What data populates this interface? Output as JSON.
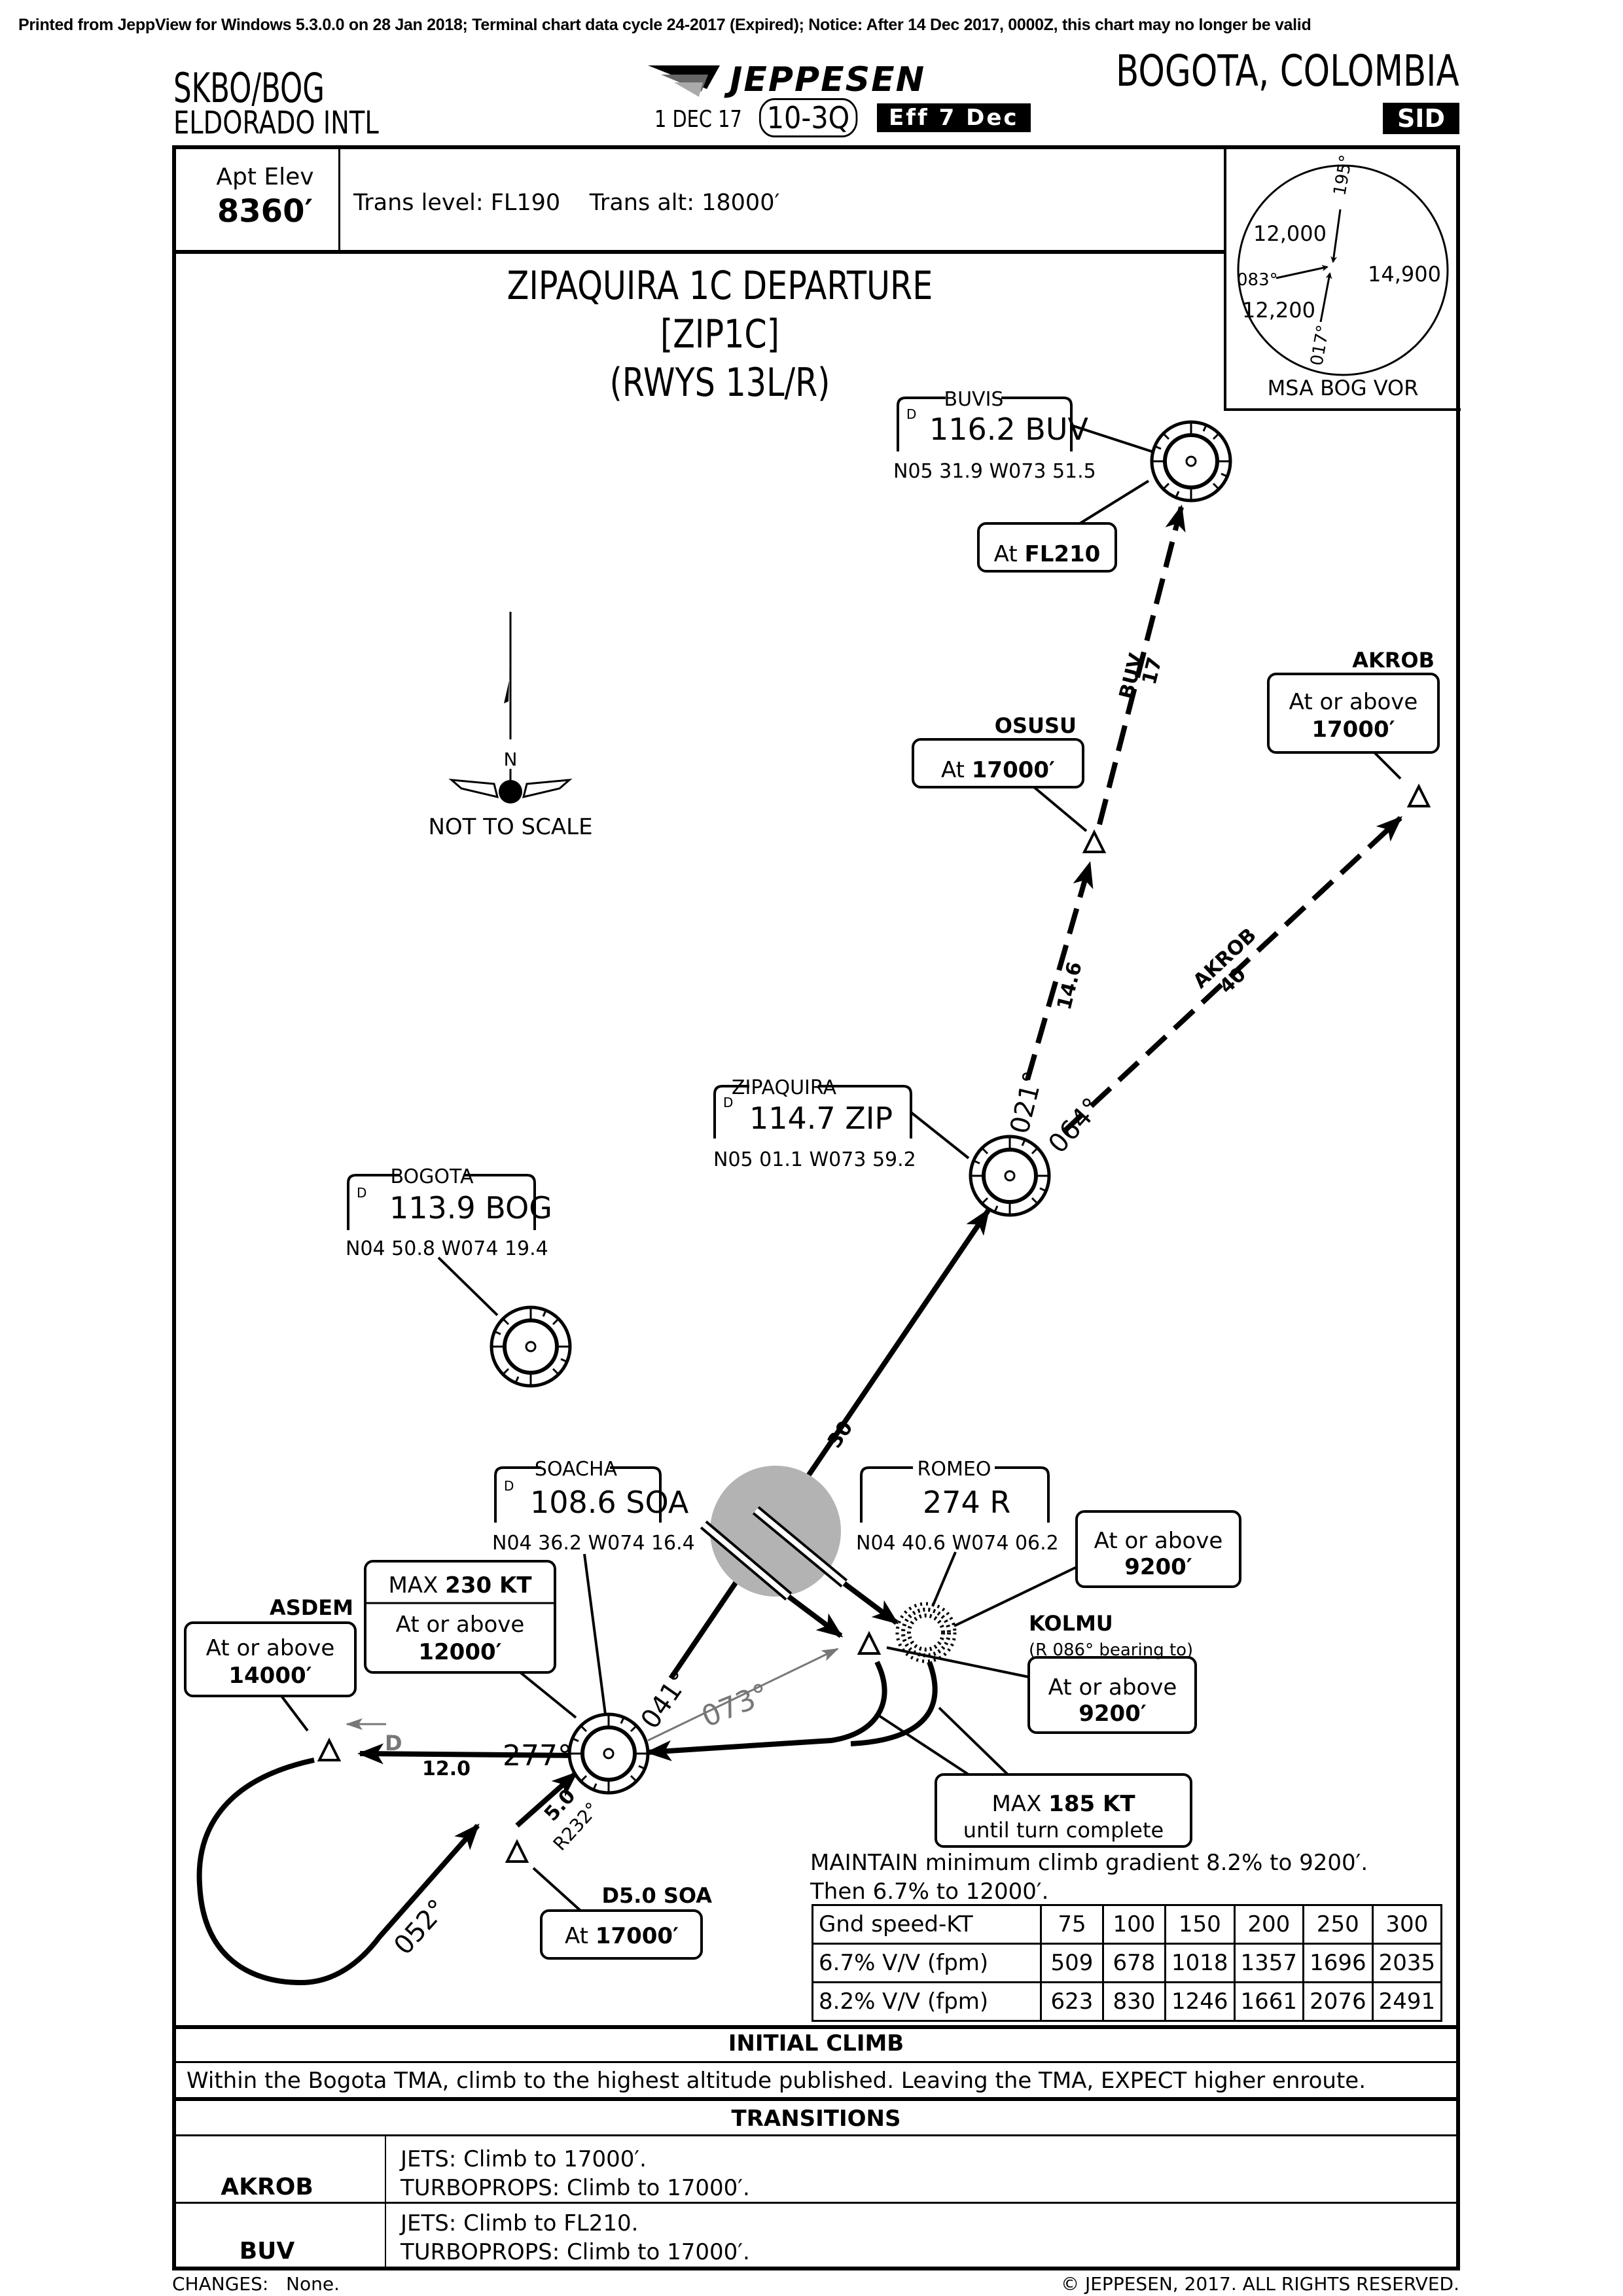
{
  "print_notice": "Printed from JeppView for Windows 5.3.0.0 on 28 Jan 2018; Terminal chart data cycle 24-2017 (Expired); Notice: After 14 Dec 2017, 0000Z, this chart may no longer be valid",
  "header": {
    "ident": "SKBO/BOG",
    "airport": "ELDORADO INTL",
    "brand": "JEPPESEN",
    "date": "1 DEC 17",
    "index": "10-3Q",
    "effective": "Eff 7 Dec",
    "city": "BOGOTA, COLOMBIA",
    "chart_type": "SID"
  },
  "info": {
    "apt_elev_label": "Apt Elev",
    "apt_elev_value": "8360′",
    "trans_text": "Trans level: FL190    Trans alt: 18000′"
  },
  "msa": {
    "label": "MSA BOG VOR",
    "bearings": [
      "195°",
      "083°",
      "017°"
    ],
    "sectors": [
      "12,000",
      "14,900",
      "12,200"
    ]
  },
  "title": {
    "line1": "ZIPAQUIRA 1C DEPARTURE",
    "line2": "[ZIP1C]",
    "line3": "(RWYS 13L/R)"
  },
  "not_to_scale": "NOT TO SCALE",
  "north": "N",
  "navaids": {
    "buv": {
      "name": "BUVIS",
      "class": "D",
      "freq_ident": "116.2 BUV",
      "coords": "N05 31.9 W073 51.5"
    },
    "zip": {
      "name": "ZIPAQUIRA",
      "class": "D",
      "freq_ident": "114.7 ZIP",
      "coords": "N05 01.1 W073 59.2"
    },
    "bog": {
      "name": "BOGOTA",
      "class": "D",
      "freq_ident": "113.9 BOG",
      "coords": "N04 50.8 W074 19.4"
    },
    "soa": {
      "name": "SOACHA",
      "class": "D",
      "freq_ident": "108.6 SOA",
      "coords": "N04 36.2 W074 16.4"
    },
    "romeo": {
      "name": "ROMEO",
      "freq_ident": "274 R",
      "coords": "N04 40.6 W074 06.2"
    }
  },
  "fixes": {
    "osusu": {
      "name": "OSUSU",
      "constraint_prefix": "At",
      "constraint_value": "17000′"
    },
    "akrob": {
      "name": "AKROB",
      "constraint_prefix": "At or above",
      "constraint_value": "17000′"
    },
    "asdem": {
      "name": "ASDEM",
      "constraint_prefix": "At or above",
      "constraint_value": "14000′"
    },
    "d50soa": {
      "name": "D5.0 SOA",
      "constraint_prefix": "At",
      "constraint_value": "17000′"
    },
    "kolmu": {
      "name": "KOLMU",
      "note": "(R 086° bearing to)",
      "constraint_prefix": "At or above",
      "constraint_value": "9200′"
    },
    "buv_alt": {
      "constraint_prefix": "At",
      "constraint_value": "FL210"
    },
    "romeo_alt": {
      "constraint_prefix": "At or above",
      "constraint_value": "9200′"
    }
  },
  "restrictions": {
    "soa_speed_prefix": "MAX",
    "soa_speed_value": "230 KT",
    "soa_alt_prefix": "At or above",
    "soa_alt_value": "12000′",
    "turn_speed_prefix": "MAX",
    "turn_speed_value": "185 KT",
    "turn_speed_note": "until turn complete"
  },
  "route_labels": {
    "buv_leg_name": "BUV",
    "buv_leg_dist": "17",
    "zip_osusu_dist": "14.6",
    "akrob_leg_name": "AKROB",
    "akrob_leg_dist": "40",
    "soa_zip_dist": "30",
    "crs_021": "021°",
    "crs_064": "064°",
    "crs_041": "041°",
    "crs_073": "073°",
    "crs_277": "277°",
    "dist_12": "12.0",
    "dist_5": "5.0",
    "radial_232": "R232°",
    "crs_052": "052°",
    "dme_marker": "D"
  },
  "climb": {
    "line1": "MAINTAIN minimum climb gradient 8.2% to 9200′.",
    "line2": "Then 6.7% to 12000′.",
    "table": {
      "header": [
        "Gnd speed-KT",
        "75",
        "100",
        "150",
        "200",
        "250",
        "300"
      ],
      "rows": [
        [
          "6.7% V/V (fpm)",
          "509",
          "678",
          "1018",
          "1357",
          "1696",
          "2035"
        ],
        [
          "8.2% V/V (fpm)",
          "623",
          "830",
          "1246",
          "1661",
          "2076",
          "2491"
        ]
      ]
    }
  },
  "initial_climb": {
    "heading": "INITIAL CLIMB",
    "text": "Within the Bogota TMA, climb to the highest altitude published. Leaving the TMA, EXPECT higher enroute."
  },
  "transitions": {
    "heading": "TRANSITIONS",
    "items": [
      {
        "id": "AKROB",
        "line1": "JETS: Climb to 17000′.",
        "line2": "TURBOPROPS: Climb to 17000′."
      },
      {
        "id": "BUV",
        "line1": "JETS: Climb to FL210.",
        "line2": "TURBOPROPS: Climb to 17000′."
      }
    ]
  },
  "footer": {
    "changes": "CHANGES:   None.",
    "copyright": "© JEPPESEN, 2017. ALL RIGHTS RESERVED."
  }
}
